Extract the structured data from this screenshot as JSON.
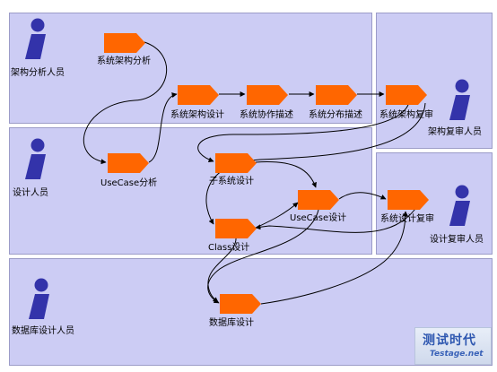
{
  "lanes": {
    "arch_analyst": "架构分析人员",
    "designer": "设计人员",
    "arch_reviewer": "架构复审人员",
    "design_reviewer": "设计复审人员",
    "db_designer": "数据库设计人员"
  },
  "tasks": {
    "arch_analysis": "系统架构分析",
    "arch_design": "系统架构设计",
    "collab_desc": "系统协作描述",
    "distrib_desc": "系统分布描述",
    "arch_review": "系统架构复审",
    "usecase_analysis": "UseCase分析",
    "subsystem_design": "子系统设计",
    "usecase_design": "UseCase设计",
    "design_review": "系统设计复审",
    "class_design": "Class设计",
    "db_design": "数据库设计"
  },
  "colors": {
    "lane_fill": "#ccccf4",
    "task_fill": "#ff6600",
    "actor_fill": "#3333aa",
    "flow": "#000000"
  },
  "watermark": {
    "main": "测试时代",
    "sub": "Testage.net"
  }
}
